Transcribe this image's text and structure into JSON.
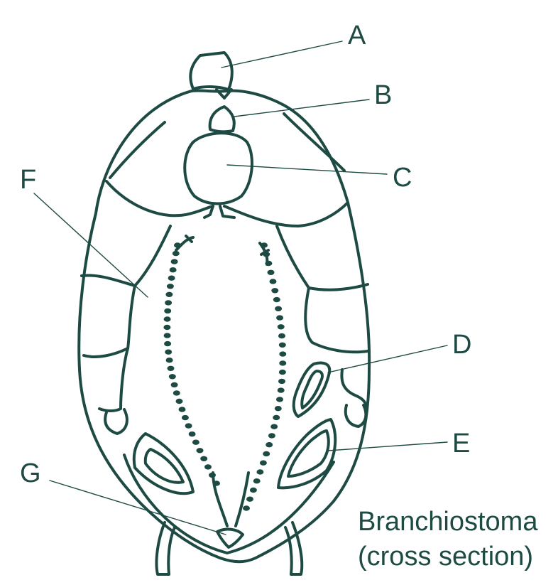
{
  "labels": {
    "A": "A",
    "B": "B",
    "C": "C",
    "D": "D",
    "E": "E",
    "F": "F",
    "G": "G"
  },
  "caption": {
    "line1": "Branchiostoma",
    "line2": "(cross section)"
  },
  "colors": {
    "ink": "#1e4a44",
    "background": "#ffffff"
  }
}
